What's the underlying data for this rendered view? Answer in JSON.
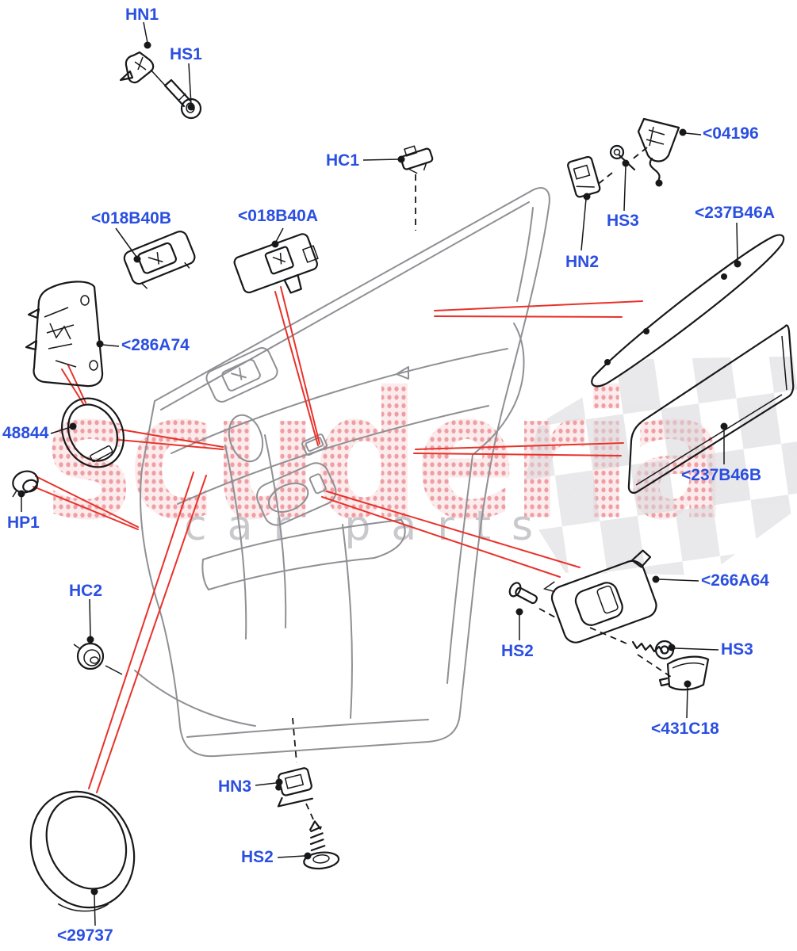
{
  "diagram": {
    "watermark": {
      "brand": "scuderia",
      "tagline": "car  parts"
    },
    "colors": {
      "label_blue": "#2b4fe0",
      "leader_red": "#e8322a",
      "panel_gray": "#8f9094",
      "ink_black": "#17181a",
      "watermark_pink": "#f2abb0",
      "watermark_gray": "#c9c9cd",
      "flag_gray": "#d7d7db"
    },
    "labels": [
      {
        "id": "HN1",
        "text": "HN1"
      },
      {
        "id": "HS1",
        "text": "HS1"
      },
      {
        "id": "HC1",
        "text": "HC1"
      },
      {
        "id": "04196",
        "text": "<04196"
      },
      {
        "id": "018B40B",
        "text": "<018B40B"
      },
      {
        "id": "018B40A",
        "text": "<018B40A"
      },
      {
        "id": "HS3-top",
        "text": "HS3"
      },
      {
        "id": "HN2",
        "text": "HN2"
      },
      {
        "id": "237B46A",
        "text": "<237B46A"
      },
      {
        "id": "286A74",
        "text": "<286A74"
      },
      {
        "id": "48844",
        "text": "48844"
      },
      {
        "id": "HP1",
        "text": "HP1"
      },
      {
        "id": "HC2",
        "text": "HC2"
      },
      {
        "id": "237B46B",
        "text": "<237B46B"
      },
      {
        "id": "266A64",
        "text": "<266A64"
      },
      {
        "id": "HS2-right",
        "text": "HS2"
      },
      {
        "id": "HS3-right",
        "text": "HS3"
      },
      {
        "id": "431C18",
        "text": "<431C18"
      },
      {
        "id": "HN3",
        "text": "HN3"
      },
      {
        "id": "HS2-bottom",
        "text": "HS2"
      },
      {
        "id": "29737",
        "text": "<29737"
      }
    ]
  }
}
